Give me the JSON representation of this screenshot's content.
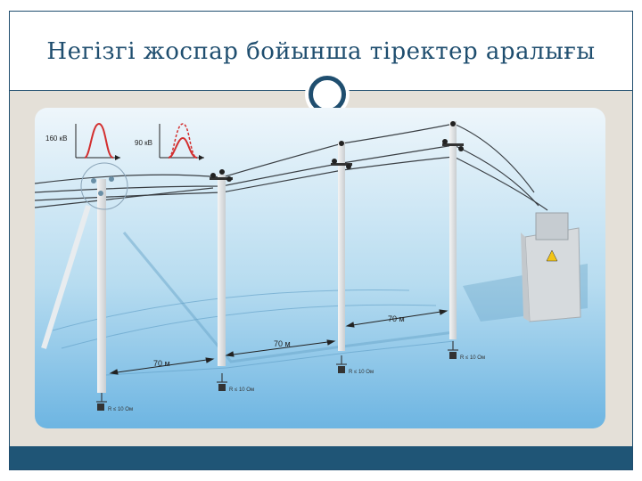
{
  "slide": {
    "title": "Негізгі жоспар бойынша тіректер аралығы"
  },
  "diagram": {
    "voltage_labels": [
      "160 кВ",
      "90 кВ"
    ],
    "span_labels": [
      "70 м",
      "70 м",
      "70 м"
    ],
    "resistance_labels": [
      "R ≤ 10 Ом",
      "R ≤ 10 Ом",
      "R ≤ 10 Ом",
      "R ≤ 10 Ом"
    ],
    "colors": {
      "frame": "#1f4e6f",
      "bar": "#1f5576",
      "sky_top": "#e6f2fa",
      "sky_bottom": "#7fc0e6",
      "surge_curve": "#d32f2f"
    }
  }
}
